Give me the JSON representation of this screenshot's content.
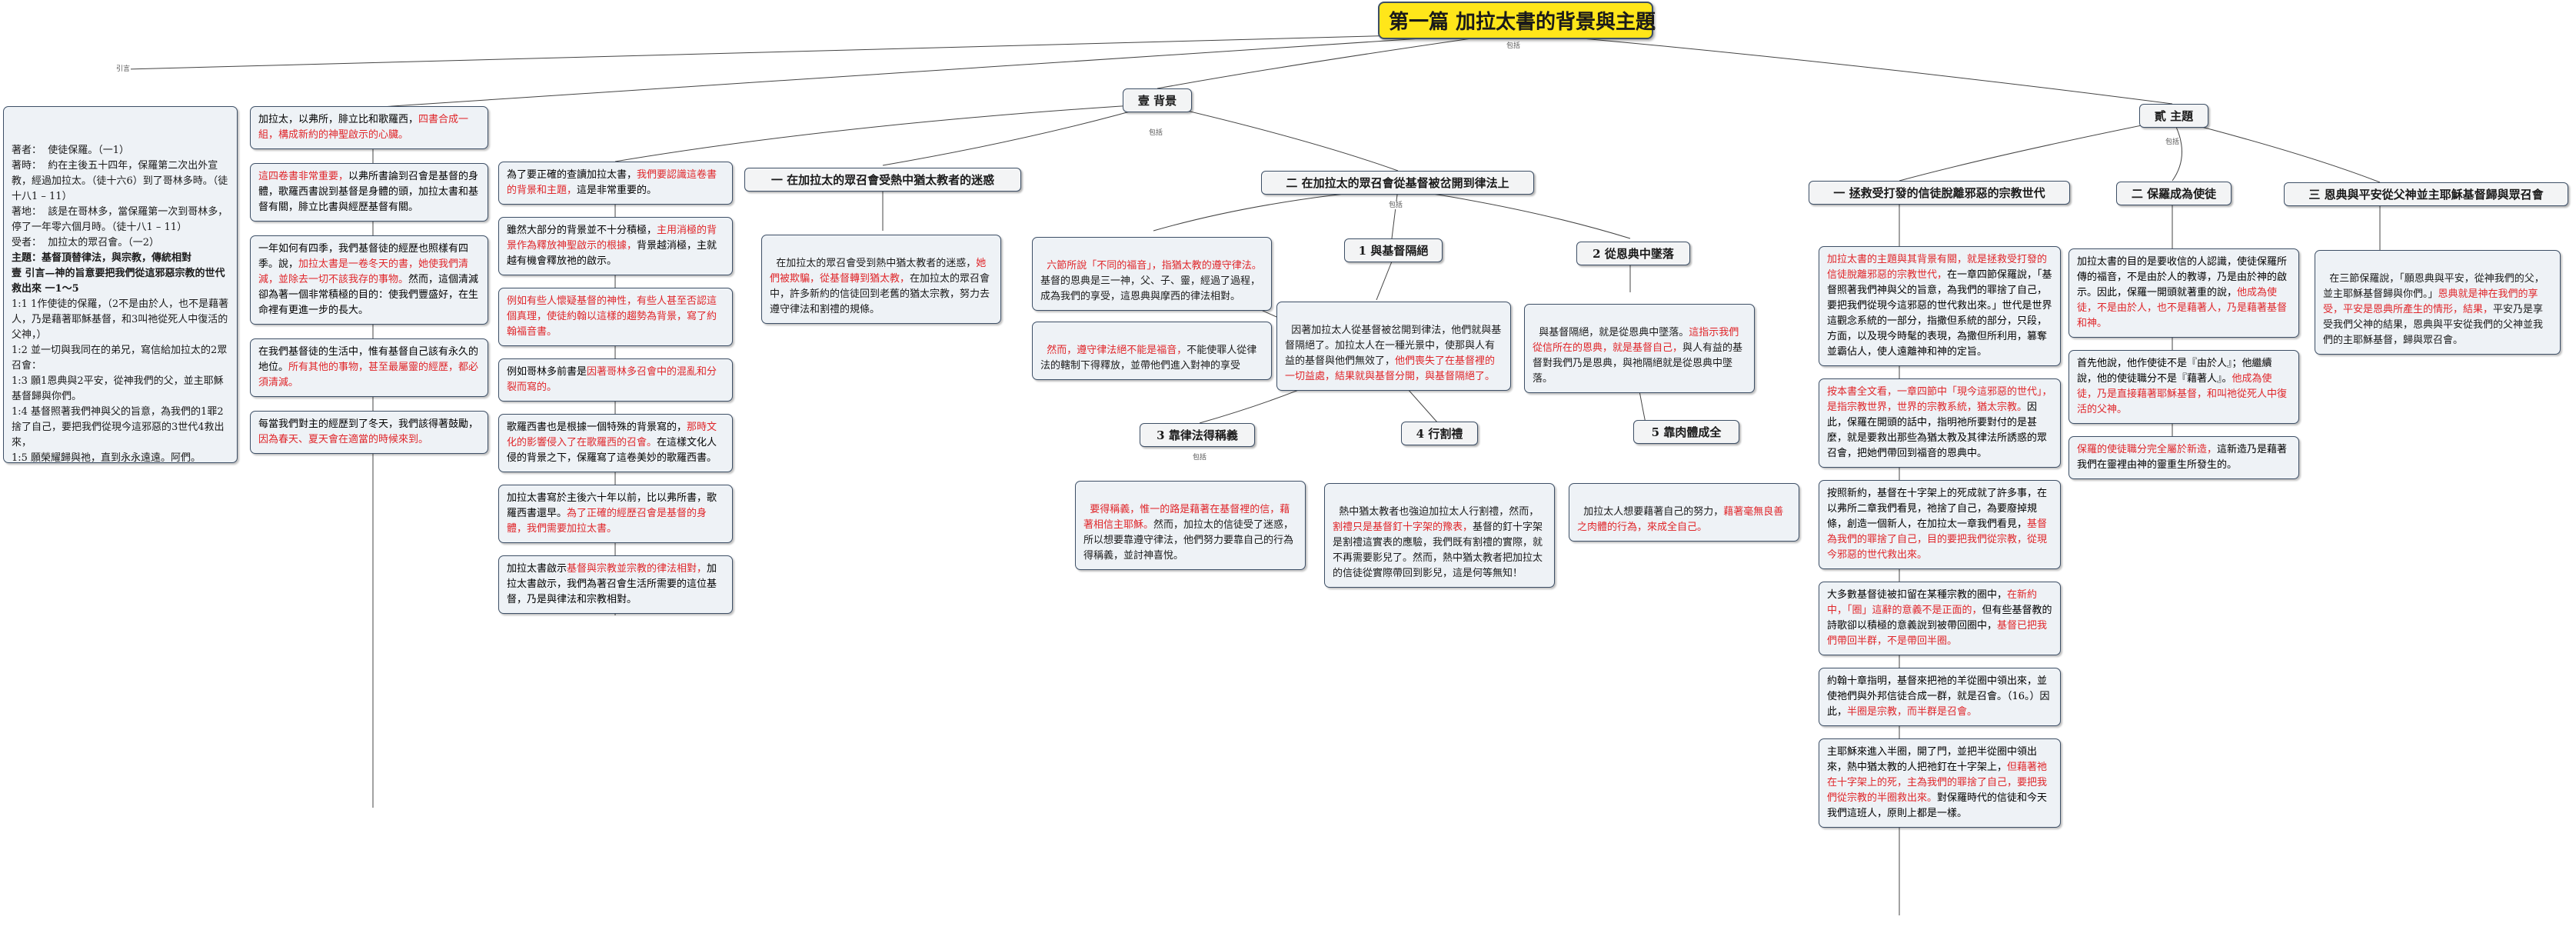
{
  "root": {
    "title": "第一篇 加拉太書的背景與主題"
  },
  "connector_labels": {
    "root_left": "引言",
    "root_right": "包括",
    "bg": "包括",
    "bg2": "包括",
    "theme": "包括",
    "node_3_4": "包括"
  },
  "intro": {
    "lines": [
      {
        "text": "著者：  使徒保羅。（一1）",
        "style": "n"
      },
      {
        "text": "著時：  約在主後五十四年，保羅第二次出外宣教，經過加拉太。（徒十六6）到了哥林多時。（徒十八1 – 11）",
        "style": "n"
      },
      {
        "text": "著地：  該是在哥林多，當保羅第一次到哥林多，停了一年零六個月時。（徒十八1 – 11）",
        "style": "n"
      },
      {
        "text": "受者：  加拉太的眾召會。（一2）",
        "style": "n"
      },
      {
        "text": "主題：基督頂替律法，與宗教，傳統相對",
        "style": "b"
      },
      {
        "text": "壹 引言—神的旨意要把我們從這邪惡宗教的世代救出來 一1～5",
        "style": "b"
      },
      {
        "text": "1:1 1作使徒的保羅，（2不是由於人，也不是藉著人，乃是藉著耶穌基督，和3叫祂從死人中復活的父神，）",
        "style": "n"
      },
      {
        "text": "1:2 並一切與我同在的弟兄，寫信給加拉太的2眾召會：",
        "style": "n"
      },
      {
        "text": "1:3 願1恩典與2平安，從神我們的父，並主耶穌基督歸與你們。",
        "style": "n"
      },
      {
        "text": "1:4 基督照著我們神與父的旨意，為我們的1罪2捨了自己，要把我們從現今這邪惡的3世代4救出來，",
        "style": "n"
      },
      {
        "text": "1:5 願榮耀歸與祂，直到永永遠遠。阿們。",
        "style": "n"
      }
    ]
  },
  "col2": {
    "boxes": [
      [
        {
          "t": "加拉太，以弗所，腓立比和歌羅西，",
          "r": false
        },
        {
          "t": "四書合成一組，構成新約的神聖啟示的心臟。",
          "r": true
        }
      ],
      [
        {
          "t": "這四卷書非常重要，",
          "r": true
        },
        {
          "t": "以弗所書論到召會是基督的身體，歌羅西書說到基督是身體的頭，加拉太書和基督有關，腓立比書與經歷基督有關。",
          "r": false
        }
      ],
      [
        {
          "t": "一年如何有四季，我們基督徒的經歷也照樣有四季。說，",
          "r": false
        },
        {
          "t": "加拉太書是一卷冬天的書，她使我們清減，並除去一切不該我存的事物。",
          "r": true
        },
        {
          "t": "然而，這個清減卻為著一個非常積極的目的：使我們豐盛好，在生命裡有更進一步的長大。",
          "r": false
        }
      ],
      [
        {
          "t": "在我們基督徒的生活中，惟有基督自己該有永久的地位。",
          "r": false
        },
        {
          "t": "所有其他的事物，甚至最屬靈的經歷，都必須清減。",
          "r": true
        }
      ],
      [
        {
          "t": "每當我們對主的經歷到了冬天，我們該得著鼓勵，",
          "r": false
        },
        {
          "t": "因為春天、夏天會在適當的時候來到。",
          "r": true
        }
      ]
    ]
  },
  "bg": {
    "title": "壹 背景",
    "boxes": [
      [
        {
          "t": "為了要正確的查讀加拉太書，",
          "r": false
        },
        {
          "t": "我們要認識這卷書的背景和主題，",
          "r": true
        },
        {
          "t": "這是非常重要的。",
          "r": false
        }
      ],
      [
        {
          "t": "雖然大部分的背景並不十分積極，",
          "r": false
        },
        {
          "t": "主用消極的背景作為釋放神聖啟示的根據，",
          "r": true
        },
        {
          "t": "背景越消極，主就越有機會釋放祂的啟示。",
          "r": false
        }
      ],
      [
        {
          "t": "例如有些人懷疑基督的神性，有些人甚至否認這個真理，使徒約翰以這樣的趨勢為背景，寫了約翰福音書。",
          "r": true
        }
      ],
      [
        {
          "t": "例如哥林多前書是",
          "r": false
        },
        {
          "t": "因著哥林多召會中的混亂和分裂而寫的。",
          "r": true
        }
      ],
      [
        {
          "t": "歌羅西書也是根據一個特殊的背景寫的，",
          "r": false
        },
        {
          "t": "那時文化的影響侵入了在歌羅西的召會。",
          "r": true
        },
        {
          "t": "在這樣文化人侵的背景之下，保羅寫了這卷美妙的歌羅西書。",
          "r": false
        }
      ],
      [
        {
          "t": "加拉太書寫於主後六十年以前，比以弗所書，歌羅西書還早。",
          "r": false
        },
        {
          "t": "為了正確的經歷召會是基督的身體，我們需要加拉太書。",
          "r": true
        }
      ],
      [
        {
          "t": "加拉太書啟示",
          "r": false
        },
        {
          "t": "基督與宗教並宗教的律法相對，",
          "r": true
        },
        {
          "t": "加拉太書啟示，我們為著召會生活所需要的這位基督，乃是與律法和宗教相對。",
          "r": false
        }
      ]
    ]
  },
  "sec1": {
    "title": "一 在加拉太的眾召會受熱中猶太教者的迷惑",
    "box": [
      {
        "t": "在加拉太的眾召會受到熱中猶太教者的迷惑，",
        "r": false
      },
      {
        "t": "她們被欺騙，從基督轉到猶太教，",
        "r": true
      },
      {
        "t": "在加拉太的眾召會中，許多新約的信徒回到老舊的猶太宗教，努力去遵守律法和割禮的規條。",
        "r": false
      }
    ]
  },
  "sec2": {
    "title": "二 在加拉太的眾召會從基督被岔開到律法上",
    "box_a": [
      {
        "t": "六節所說「不同的福音」，指猶太教的遵守律法。",
        "r": true
      },
      {
        "t": "基督的恩典是三一神，父、子、靈，經過了過程，成為我們的享受，這恩典與摩西的律法相對。",
        "r": false
      }
    ],
    "box_b": [
      {
        "t": "然而，遵守律法絕不能是福音，",
        "r": true
      },
      {
        "t": "不能使罪人從律法的轄制下得釋放，並帶他們進入對神的享受",
        "r": false
      }
    ],
    "s1": {
      "title": "1 與基督隔絕",
      "box": [
        {
          "t": "因著加拉太人從基督被岔開到律法，他們就與基督隔絕了。加拉太人在一種光景中，使那與人有益的基督與他們無效了，",
          "r": false
        },
        {
          "t": "他們喪失了在基督裡的一切益處，結果就與基督分開，與基督隔絕了。",
          "r": true
        }
      ]
    },
    "s2": {
      "title": "2 從恩典中墜落",
      "box": [
        {
          "t": "與基督隔絕，就是從恩典中墜落。",
          "r": false
        },
        {
          "t": "這指示我們從信所在的恩典，就是基督自己，",
          "r": true
        },
        {
          "t": "與人有益的基督對我們乃是恩典，與祂隔絕就是從恩典中墜落。",
          "r": false
        }
      ]
    },
    "s3": {
      "title": "3 靠律法得稱義",
      "box": [
        {
          "t": "要得稱義，惟一的路是藉著在基督裡的信，藉著相信主耶穌。",
          "r": true
        },
        {
          "t": "然而，加拉太的信徒受了迷惑，所以想要靠遵守律法，他們努力要靠自己的行為得稱義，並討神喜悅。",
          "r": false
        }
      ]
    },
    "s4": {
      "title": "4 行割禮",
      "box": [
        {
          "t": "熱中猶太教者也強迫加拉太人行割禮，然而，",
          "r": false
        },
        {
          "t": "割禮只是基督釘十字架的豫表，",
          "r": true
        },
        {
          "t": "基督的釘十字架是割禮這實表的應驗，我們既有割禮的實際，就不再需要影兒了。然而，熱中猶太教者把加拉太的信徒從實際帶回到影兒，這是何等無知！",
          "r": false
        }
      ]
    },
    "s5": {
      "title": "5 靠肉體成全",
      "box": [
        {
          "t": "加拉太人想要藉著自己的努力，",
          "r": false
        },
        {
          "t": "藉著毫無良善之肉體的行為，來成全自己。",
          "r": true
        }
      ]
    }
  },
  "theme": {
    "title": "貳 主題",
    "t1": {
      "title": "一 拯救受打發的信徒脫離邪惡的宗教世代",
      "boxes": [
        [
          {
            "t": "加拉太書的主題與其背景有關，就是拯救受打發的信徒脫離邪惡的宗教世代，",
            "r": true
          },
          {
            "t": "在一章四節保羅說，「基督照著我們神與父的旨意，為我們的罪捨了自己，要把我們從現今這邪惡的世代救出來。」世代是世界這觀念系統的一部分，指撒但系統的部分，只段，方面，以及現今時髦的表現，為撒但所利用，篡奪並霸佔人，使人遠離神和神的定旨。",
            "r": false
          }
        ],
        [
          {
            "t": "按本書全文看，一章四節中「現今這邪惡的世代」，是指宗教世界，世界的宗教系統，猶太宗教。",
            "r": true
          },
          {
            "t": "因此，保羅在開頭的話中，指明祂所要對付的是甚麼，就是要救出那些為猶太教及其律法所誘惑的眾召會，把她們帶回到福音的恩典中。",
            "r": false
          }
        ],
        [
          {
            "t": "按照新約，基督在十字架上的死成就了許多事，在以弗所二章我們看見，祂捨了自己，為要廢掉規條，創造一個新人，在加拉太一章我們看見，",
            "r": false
          },
          {
            "t": "基督為我們的罪捨了自己，目的要把我們從宗教，從現今邪惡的世代救出來。",
            "r": true
          }
        ],
        [
          {
            "t": "大多數基督徒被扣留在某種宗教的圈中，",
            "r": false
          },
          {
            "t": "在新約中，「圈」這辭的意義不是正面的，",
            "r": true
          },
          {
            "t": "但有些基督教的詩歌卻以積極的意義說到被帶回圈中，",
            "r": false
          },
          {
            "t": "基督已把我們帶回半群，不是帶回半圈。",
            "r": true
          }
        ],
        [
          {
            "t": "約翰十章指明，基督來把祂的羊從圈中領出來，並使祂們與外邦信徒合成一群，就是召會。（16。）因此，",
            "r": false
          },
          {
            "t": "半圈是宗教，而半群是召會。",
            "r": true
          }
        ],
        [
          {
            "t": "主耶穌來進入半圈，開了門，並把半從圈中領出來，熱中猶太教的人把祂釘在十字架上，",
            "r": false
          },
          {
            "t": "但藉著祂在十字架上的死，主為我們的罪捨了自己，要把我們從宗教的半圈救出來。",
            "r": true
          },
          {
            "t": "對保羅時代的信徒和今天我們這班人，原則上都是一樣。",
            "r": false
          }
        ]
      ]
    },
    "t2": {
      "title": "二 保羅成為使徒",
      "boxes": [
        [
          {
            "t": "加拉太書的目的是要收信的人認識，使徒保羅所傳的福音，不是由於人的教導，乃是由於神的啟示。因此，保羅一開頭就著重的說，",
            "r": false
          },
          {
            "t": "他成為使徒，不是由於人，也不是藉著人，乃是藉著基督和神。",
            "r": true
          }
        ],
        [
          {
            "t": "首先他說，他作使徒不是『由於人』；他繼續說，他的使徒職分不是『藉著人』。",
            "r": false
          },
          {
            "t": "他成為使徒，乃是直接藉著耶穌基督，和叫祂從死人中復活的父神。",
            "r": true
          }
        ],
        [
          {
            "t": "保羅的使徒職分完全屬於新造，",
            "r": true
          },
          {
            "t": "這新造乃是藉著我們在靈裡由神的靈重生所發生的。",
            "r": false
          }
        ]
      ]
    },
    "t3": {
      "title": "三 恩典與平安從父神並主耶穌基督歸與眾召會",
      "box": [
        {
          "t": "在三節保羅說，「願恩典與平安，從神我們的父，並主耶穌基督歸與你們。」",
          "r": false
        },
        {
          "t": "恩典就是神在我們的享受，平安是恩典所產生的情形，結果，",
          "r": true
        },
        {
          "t": "平安乃是享受我們父神的結果，恩典與平安從我們的父神並我們的主耶穌基督，歸與眾召會。",
          "r": false
        }
      ]
    }
  }
}
